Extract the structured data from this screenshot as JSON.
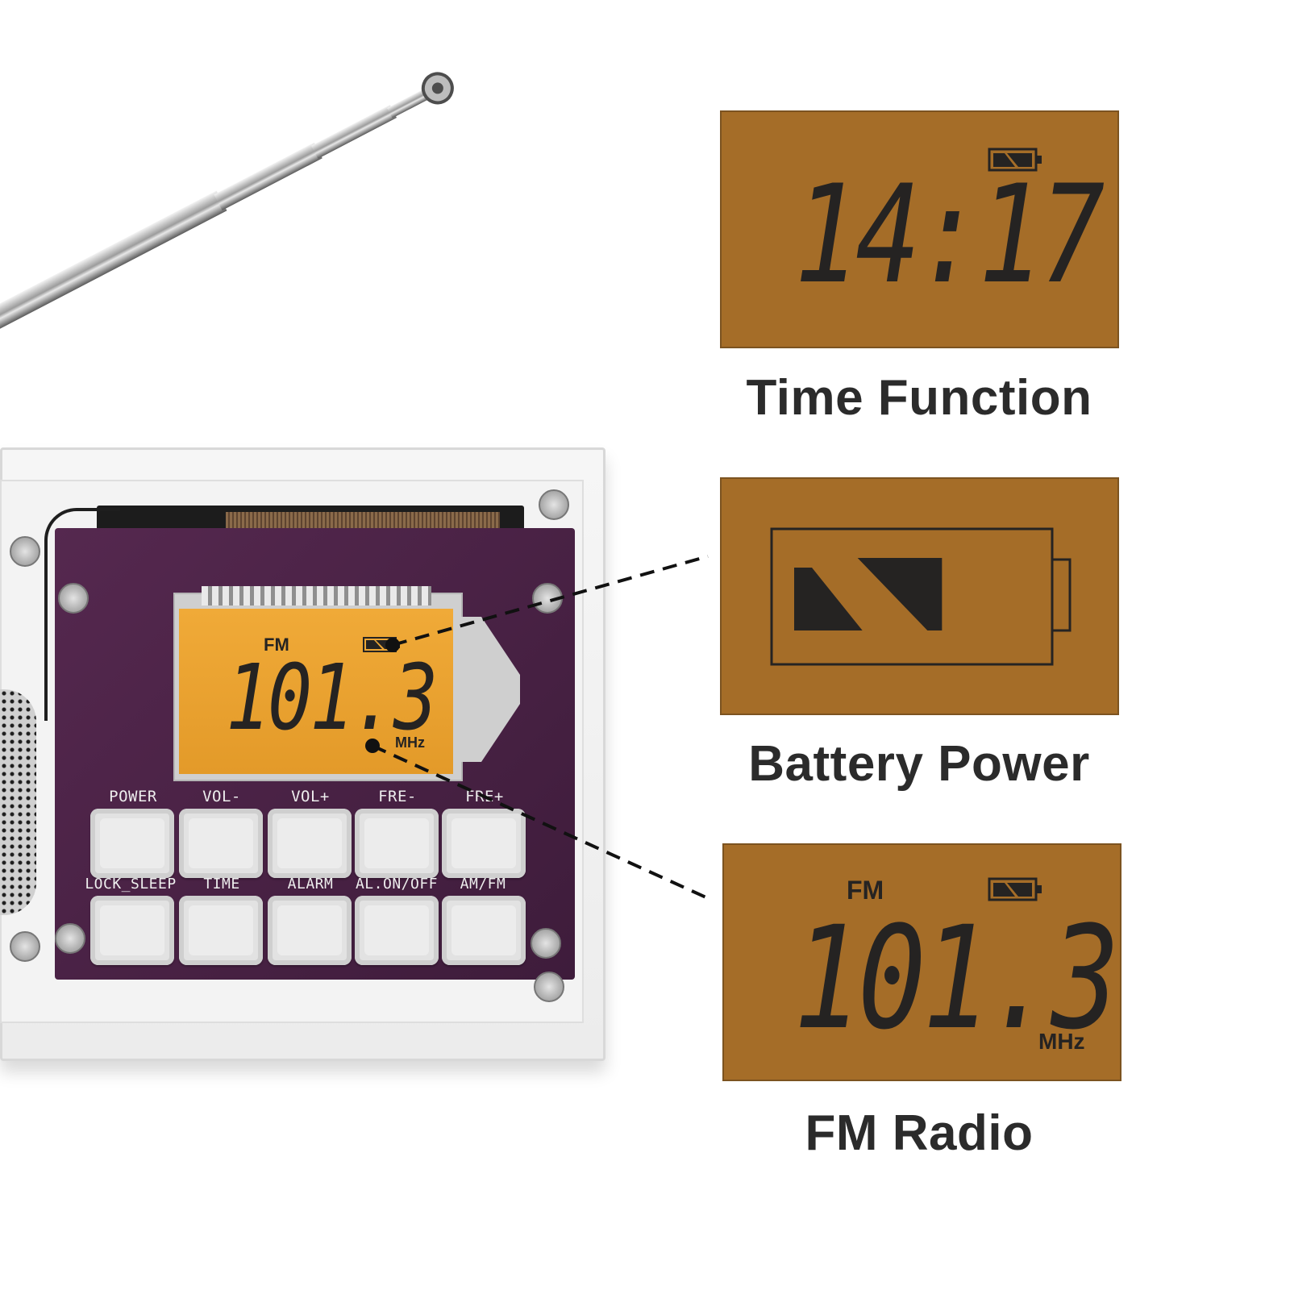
{
  "device": {
    "display": {
      "band": "FM",
      "frequency": "101.3",
      "unit": "MHz"
    },
    "buttons_row1": [
      "POWER",
      "VOL-",
      "VOL+",
      "FRE-",
      "FRE+"
    ],
    "buttons_row2": [
      "LOCK_SLEEP",
      "TIME",
      "ALARM",
      "AL.ON/OFF",
      "AM/FM"
    ]
  },
  "features": [
    {
      "caption": "Time Function",
      "display": {
        "time": "14:17"
      }
    },
    {
      "caption": "Battery Power",
      "display": {
        "battery_level": 0.66
      }
    },
    {
      "caption": "FM Radio",
      "display": {
        "band": "FM",
        "frequency": "101.3",
        "unit": "MHz"
      }
    }
  ],
  "colors": {
    "lcd_amber": "#a56d28",
    "device_lcd": "#e79f2d",
    "pcb_purple": "#4a2247",
    "segment_dark": "#252322",
    "caption_text": "#2b2b2b"
  }
}
